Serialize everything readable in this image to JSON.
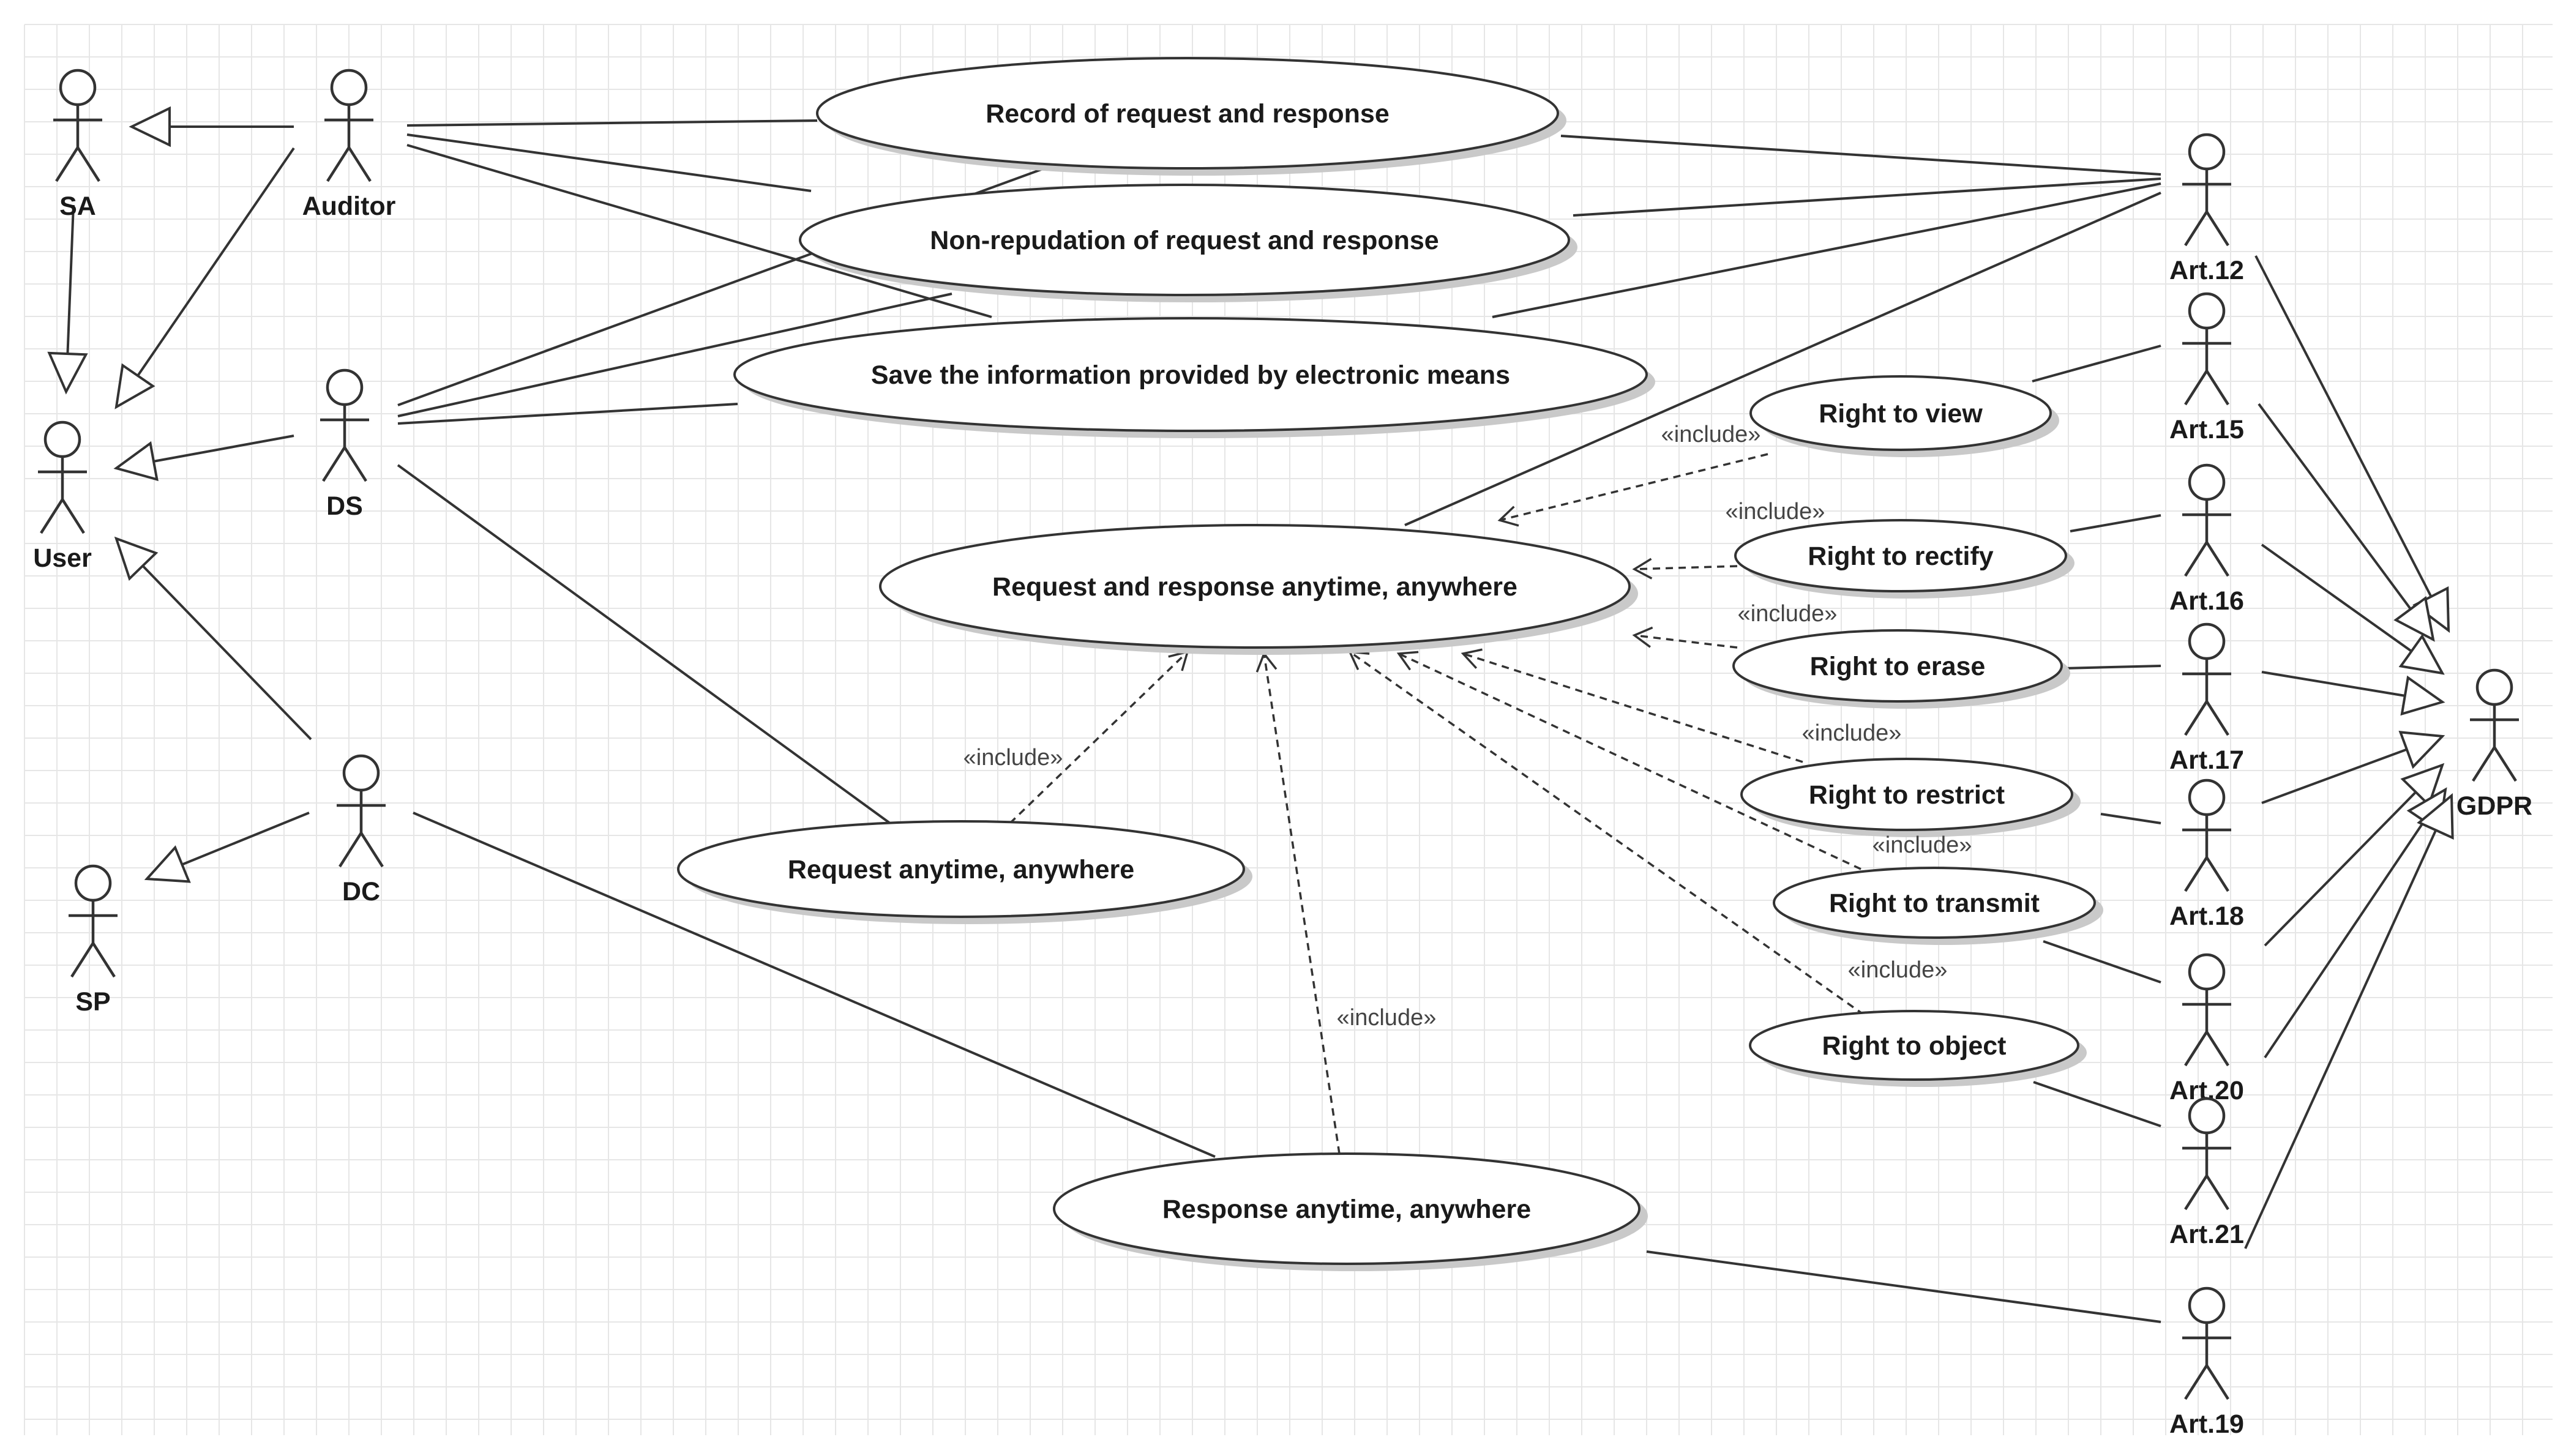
{
  "diagram": {
    "actors": [
      {
        "id": "sa",
        "label": "SA"
      },
      {
        "id": "auditor",
        "label": "Auditor"
      },
      {
        "id": "user",
        "label": "User"
      },
      {
        "id": "ds",
        "label": "DS"
      },
      {
        "id": "dc",
        "label": "DC"
      },
      {
        "id": "sp",
        "label": "SP"
      },
      {
        "id": "art12",
        "label": "Art.12"
      },
      {
        "id": "art15",
        "label": "Art.15"
      },
      {
        "id": "art16",
        "label": "Art.16"
      },
      {
        "id": "art17",
        "label": "Art.17"
      },
      {
        "id": "art18",
        "label": "Art.18"
      },
      {
        "id": "art20",
        "label": "Art.20"
      },
      {
        "id": "art21",
        "label": "Art.21"
      },
      {
        "id": "art19",
        "label": "Art.19"
      },
      {
        "id": "gdpr",
        "label": "GDPR"
      }
    ],
    "use_cases": [
      {
        "id": "record",
        "label": "Record of request and response"
      },
      {
        "id": "nonrep",
        "label": "Non-repudation of request and response"
      },
      {
        "id": "save",
        "label": "Save the information provided by electronic means"
      },
      {
        "id": "reqresp",
        "label": "Request and response anytime, anywhere"
      },
      {
        "id": "req",
        "label": "Request anytime, anywhere"
      },
      {
        "id": "resp",
        "label": "Response anytime, anywhere"
      },
      {
        "id": "view",
        "label": "Right to view"
      },
      {
        "id": "rectify",
        "label": "Right to rectify"
      },
      {
        "id": "erase",
        "label": "Right to erase"
      },
      {
        "id": "restrict",
        "label": "Right to restrict"
      },
      {
        "id": "transmit",
        "label": "Right to transmit"
      },
      {
        "id": "object",
        "label": "Right to object"
      }
    ],
    "include_label": "«include»",
    "generalizations": [
      {
        "from": "auditor",
        "to": "sa"
      },
      {
        "from": "sa",
        "to": "user"
      },
      {
        "from": "auditor",
        "to": "user"
      },
      {
        "from": "ds",
        "to": "user"
      },
      {
        "from": "dc",
        "to": "user"
      },
      {
        "from": "dc",
        "to": "sp"
      },
      {
        "from": "art12",
        "to": "gdpr"
      },
      {
        "from": "art15",
        "to": "gdpr"
      },
      {
        "from": "art16",
        "to": "gdpr"
      },
      {
        "from": "art17",
        "to": "gdpr"
      },
      {
        "from": "art18",
        "to": "gdpr"
      },
      {
        "from": "art20",
        "to": "gdpr"
      },
      {
        "from": "art21",
        "to": "gdpr"
      },
      {
        "from": "art19",
        "to": "gdpr"
      }
    ],
    "associations": [
      {
        "from": "auditor",
        "to": "record"
      },
      {
        "from": "auditor",
        "to": "nonrep"
      },
      {
        "from": "auditor",
        "to": "save"
      },
      {
        "from": "ds",
        "to": "record"
      },
      {
        "from": "ds",
        "to": "nonrep"
      },
      {
        "from": "ds",
        "to": "save"
      },
      {
        "from": "ds",
        "to": "req"
      },
      {
        "from": "dc",
        "to": "resp"
      },
      {
        "from": "art12",
        "to": "record"
      },
      {
        "from": "art12",
        "to": "nonrep"
      },
      {
        "from": "art12",
        "to": "save"
      },
      {
        "from": "art12",
        "to": "reqresp"
      },
      {
        "from": "art15",
        "to": "view"
      },
      {
        "from": "art16",
        "to": "rectify"
      },
      {
        "from": "art17",
        "to": "erase"
      },
      {
        "from": "art18",
        "to": "restrict"
      },
      {
        "from": "art20",
        "to": "transmit"
      },
      {
        "from": "art21",
        "to": "object"
      },
      {
        "from": "art19",
        "to": "resp"
      }
    ],
    "includes": [
      {
        "from": "view",
        "to": "reqresp"
      },
      {
        "from": "rectify",
        "to": "reqresp"
      },
      {
        "from": "erase",
        "to": "reqresp"
      },
      {
        "from": "restrict",
        "to": "reqresp"
      },
      {
        "from": "transmit",
        "to": "reqresp"
      },
      {
        "from": "object",
        "to": "reqresp"
      },
      {
        "from": "req",
        "to": "reqresp"
      },
      {
        "from": "resp",
        "to": "reqresp"
      }
    ]
  }
}
